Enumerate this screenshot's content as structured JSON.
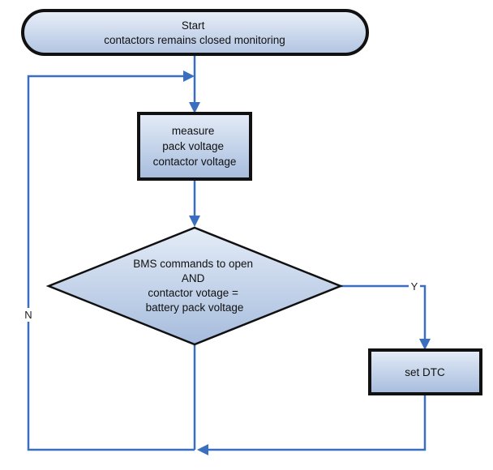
{
  "nodes": {
    "start": {
      "lines": [
        "Start",
        "contactors remains closed monitoring"
      ]
    },
    "measure": {
      "lines": [
        "measure",
        "pack voltage",
        "contactor voltage"
      ]
    },
    "decision": {
      "lines": [
        "BMS commands to open",
        "AND",
        "contactor votage =",
        "battery pack voltage"
      ]
    },
    "set_dtc": {
      "lines": [
        "set DTC"
      ]
    }
  },
  "edges": {
    "yes_label": "Y",
    "no_label": "N"
  },
  "colors": {
    "fill_light": "#dde6f4",
    "fill_dark": "#a9bedf",
    "stroke": "#111111",
    "connector": "#3a6fbf"
  }
}
